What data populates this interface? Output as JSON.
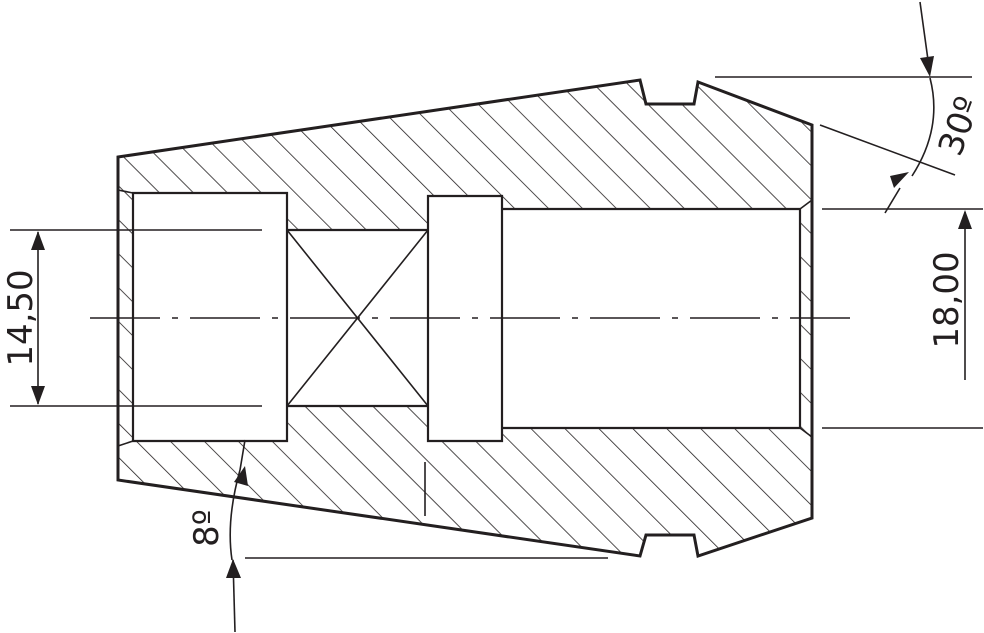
{
  "dimensions": {
    "bore_left_diameter": "14,50",
    "bore_right_diameter": "18,00",
    "cone_angle": "30º",
    "taper_angle": "8º"
  }
}
